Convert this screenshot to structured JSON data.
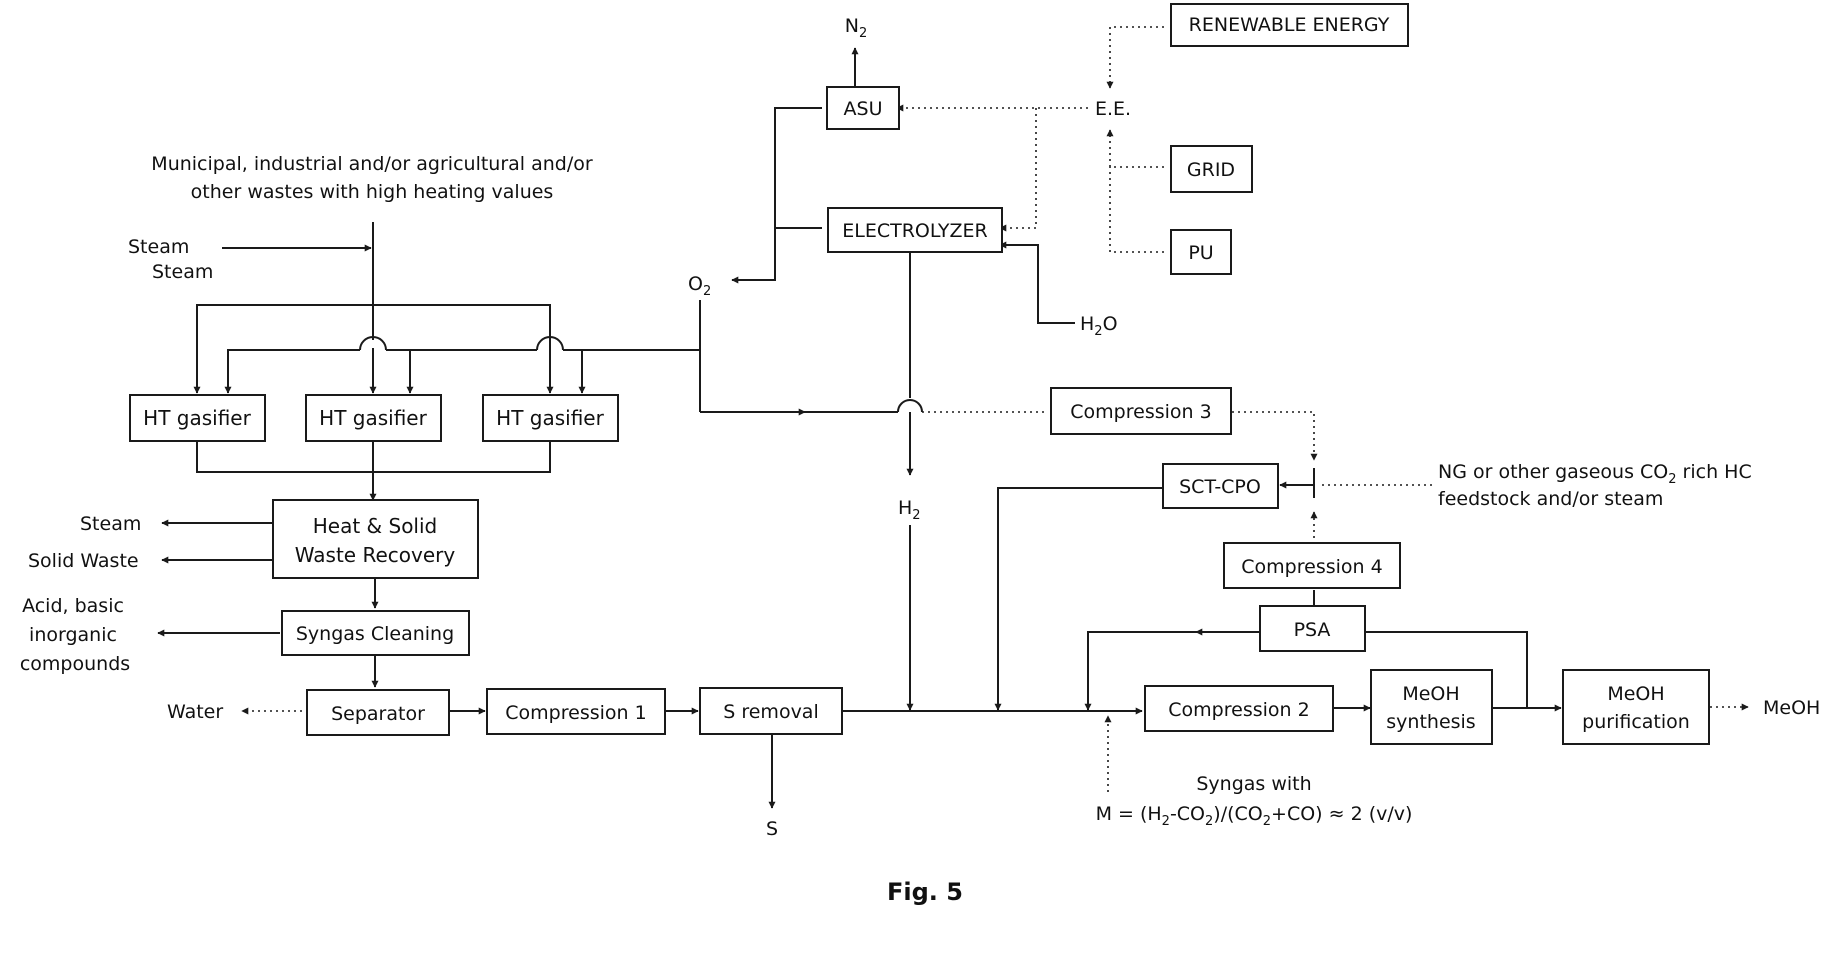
{
  "boxes": {
    "renewable_energy": "RENEWABLE ENERGY",
    "asu": "ASU",
    "grid": "GRID",
    "electrolyzer": "ELECTROLYZER",
    "pu": "PU",
    "ht_gasifier": "HT gasifier",
    "compression_3": "Compression 3",
    "sct_cpo": "SCT-CPO",
    "heat_solid_line1": "Heat & Solid",
    "heat_solid_line2": "Waste Recovery",
    "compression_4": "Compression 4",
    "syngas_cleaning": "Syngas Cleaning",
    "psa": "PSA",
    "separator": "Separator",
    "compression_1": "Compression 1",
    "s_removal": "S removal",
    "compression_2": "Compression 2",
    "meoh_synthesis_line1": "MeOH",
    "meoh_synthesis_line2": "synthesis",
    "meoh_purification_line1": "MeOH",
    "meoh_purification_line2": "purification"
  },
  "labels": {
    "n2": "N",
    "n2_sub": "2",
    "ee": "E.E.",
    "wastes_line1": "Municipal, industrial and/or agricultural and/or",
    "wastes_line2": "other wastes with high heating values",
    "steam_in_1": "Steam",
    "steam_in_2": "Steam",
    "o2": "O",
    "o2_sub": "2",
    "h2o_pre": "H",
    "h2o_sub": "2",
    "h2o_post": "O",
    "h2": "H",
    "h2_sub": "2",
    "ng_line1_pre": "NG or other gaseous CO",
    "ng_line1_sub": "2",
    "ng_line1_post": " rich HC",
    "ng_line2": "feedstock and/or steam",
    "steam_out": "Steam",
    "solid_waste": "Solid Waste",
    "acid_line1": "Acid, basic",
    "acid_line2": "inorganic",
    "acid_line3": "compounds",
    "water": "Water",
    "s": "S",
    "meoh_out": "MeOH",
    "syngas_line1": "Syngas with",
    "m_eq_a": "M = (H",
    "m_eq_b": "2",
    "m_eq_c": "-CO",
    "m_eq_d": "2",
    "m_eq_e": ")/(CO",
    "m_eq_f": "2",
    "m_eq_g": "+CO) ≈ 2 (v/v)",
    "figure": "Fig. 5"
  }
}
